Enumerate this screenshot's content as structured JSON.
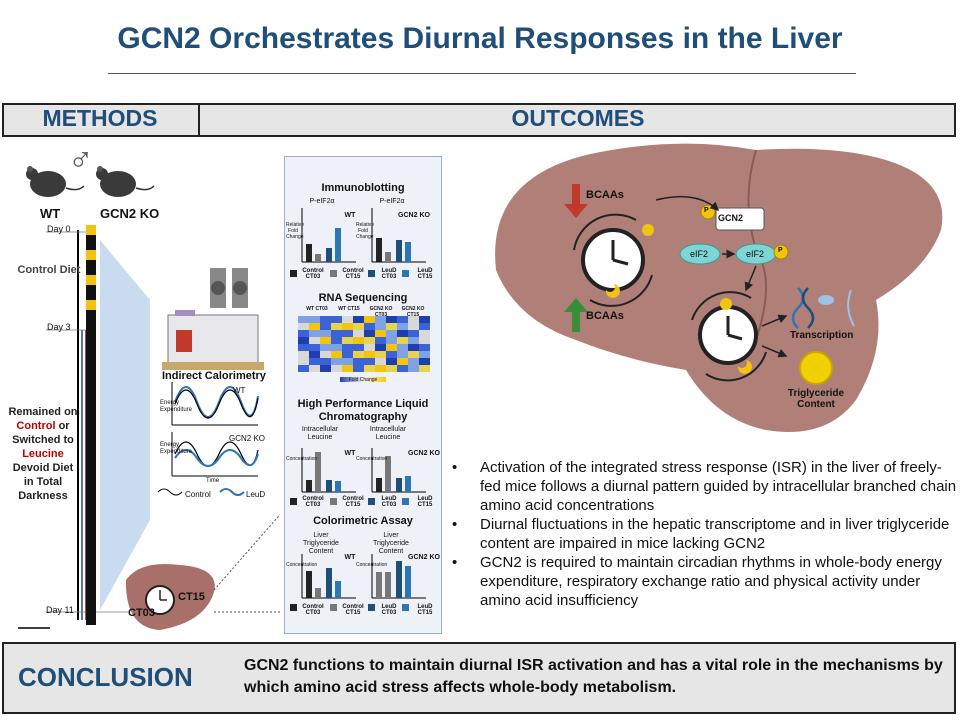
{
  "title": "GCN2 Orchestrates Diurnal Responses in the Liver",
  "headers": {
    "methods": "METHODS",
    "outcomes": "OUTCOMES"
  },
  "methods": {
    "male_symbol": "♂",
    "wt": "WT",
    "ko": "GCN2 KO",
    "day0": "Day 0",
    "day3": "Day 3",
    "day11": "Day 11",
    "control_diet": "Control Diet",
    "remained_pre": "Remained on",
    "remained_control": "Control",
    "remained_or": "or",
    "remained_switched": "Switched to",
    "remained_leucine": "Leucine",
    "remained_post": "Devoid Diet in Total Darkness",
    "ct03": "CT03",
    "ct15": "CT15",
    "calorimetry": {
      "title": "Indirect Calorimetry",
      "wt": "WT",
      "ko": "GCN2 KO",
      "y1": "Energy Expenditure",
      "y2": "Energy Expenditure",
      "x": "Time",
      "legend_control": "Control",
      "legend_leud": "LeuD"
    }
  },
  "panel": {
    "immunoblotting": "Immunoblotting",
    "peif2a": "P-eIF2α",
    "wt": "WT",
    "ko": "GCN2 KO",
    "fold_change": "Relative Fold Change",
    "legend": [
      "Control CT03",
      "Control CT15",
      "LeuD CT03",
      "LeuD CT15"
    ],
    "rnaseq": "RNA Sequencing",
    "heat_cols": [
      "WT CT03",
      "WT CT15",
      "GCN2 KO CT03",
      "GCN2 KO CT15"
    ],
    "heat_scale": "Fold Change",
    "hplc": "High Performance Liquid Chromatography",
    "intracellular_leucine": "Intracellular Leucine",
    "concentration": "Concentration",
    "colorimetric": "Colorimetric Assay",
    "liver_tg": "Liver Triglyceride Content",
    "tg_axis": "Concentration"
  },
  "outcomes": {
    "bcaas_top": "BCAAs",
    "bcaas_bottom": "BCAAs",
    "gcn2": "GCN2",
    "p": "P",
    "eif2_left": "eIF2",
    "eif2_right": "eIF2",
    "transcription": "Transcription",
    "triglyceride": "Triglyceride Content"
  },
  "bullets": [
    "Activation of the integrated stress response (ISR) in the liver of freely-fed mice follows a diurnal pattern guided by intracellular branched chain amino acid concentrations",
    "Diurnal fluctuations in the hepatic transcriptome and in liver triglyceride content are impaired in mice lacking GCN2",
    "GCN2 is required to maintain circadian rhythms in whole-body energy expenditure, respiratory exchange ratio and physical activity under amino acid insufficiency"
  ],
  "bullet_glyph": "•",
  "conclusion": {
    "head": "CONCLUSION",
    "text": "GCN2 functions to maintain diurnal ISR activation and has a vital role in the mechanisms by which amino acid stress affects whole-body metabolism."
  },
  "colors": {
    "title_blue": "#1f4e79",
    "liver": "#b08078",
    "control_bar": "#222222",
    "leud_bar": "#2e75b6",
    "red_arrow": "#c0392b",
    "green_arrow": "#3a8d3a"
  }
}
